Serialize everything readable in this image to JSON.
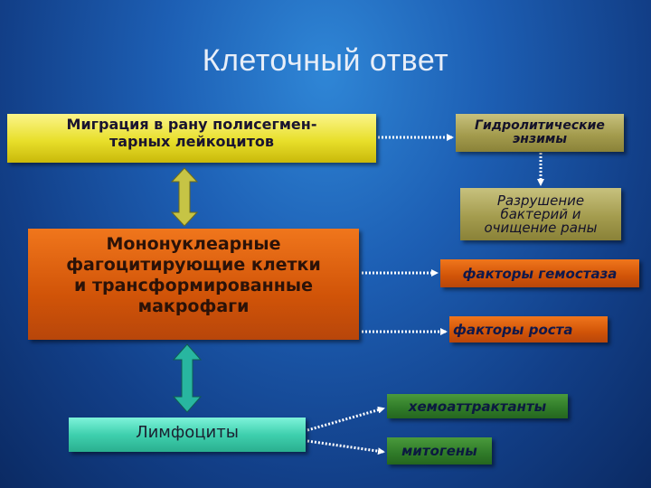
{
  "slide": {
    "title": "Клеточный ответ",
    "boxes": {
      "migration": {
        "line1": "Миграция в рану полисегмен-",
        "line2": "тарных лейкоцитов"
      },
      "mononuclear": {
        "line1": "Мононуклеарные",
        "line2": "фагоцитирующие клетки",
        "line3": "и трансформированные",
        "line4": "макрофаги"
      },
      "lymphocytes": "Лимфоциты",
      "enzymes": {
        "line1": "Гидролитические",
        "line2": "энзимы"
      },
      "destruction": {
        "line1": "Разрушение",
        "line2": "бактерий и",
        "line3": "очищение раны"
      },
      "hemostasis": "факторы гемостаза",
      "growth": "факторы роста",
      "chemoattractants": "хемоаттрактанты",
      "mitogens": "митогены"
    }
  },
  "colors": {
    "background": "#1d5fb4",
    "migration_box": "#e8df2b",
    "mononuclear_box": "#d15408",
    "lymphocyte_box": "#3fd0ae",
    "enzymes_box": "#a49c4e",
    "factor_box_orange": "#d15408",
    "factor_box_green": "#2f7a28",
    "arrow_yellow": "#c6c445",
    "arrow_teal": "#28b6a0",
    "dotted_connector": "#ffffff"
  }
}
